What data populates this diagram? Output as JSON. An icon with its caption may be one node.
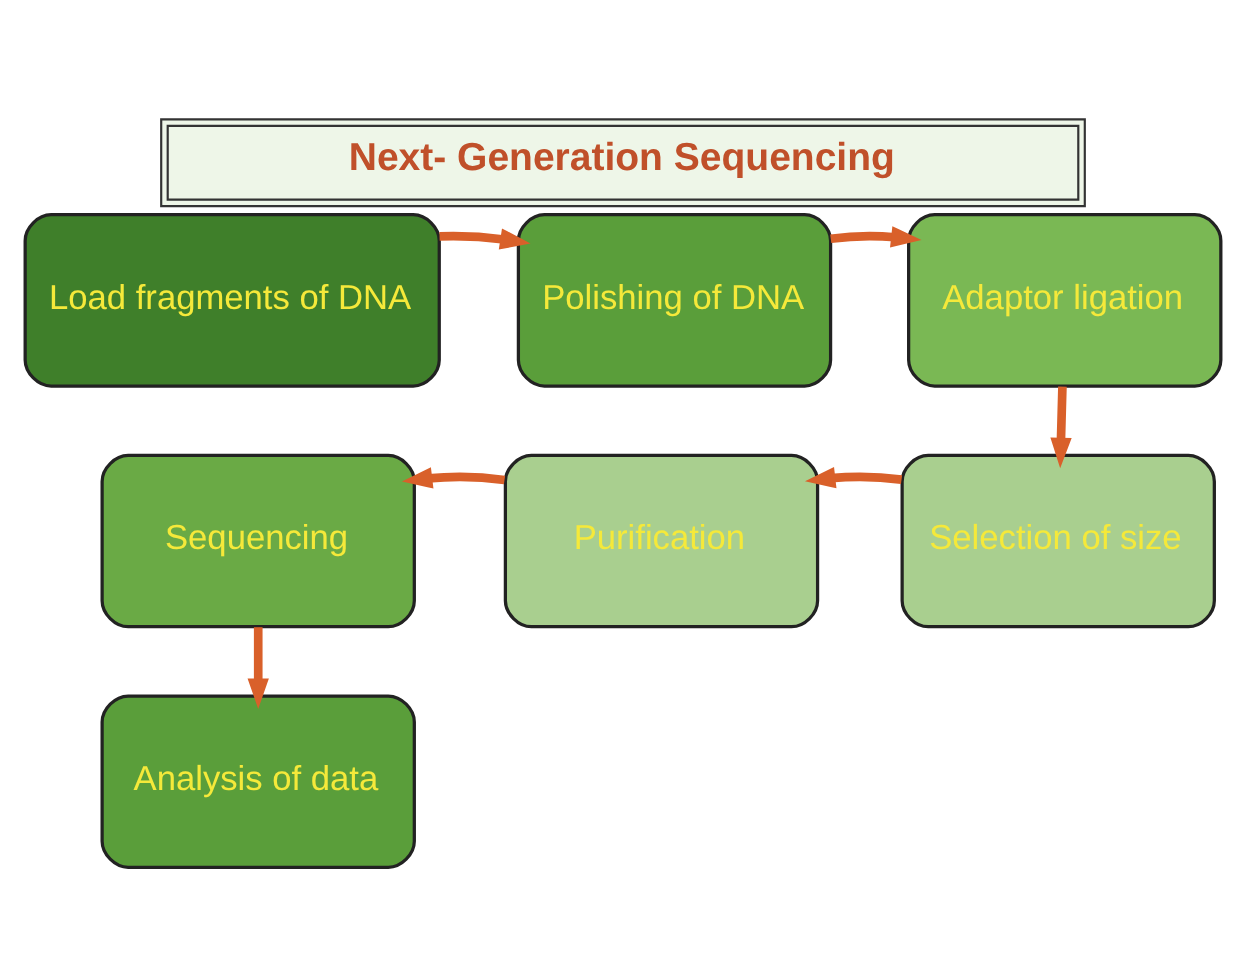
{
  "diagram": {
    "title": "Next- Generation Sequencing",
    "nodes": [
      {
        "text": [
          "Load fragments of DNA"
        ]
      },
      {
        "text": [
          "Polishing of DNA"
        ]
      },
      {
        "text": [
          "Adaptor ligation"
        ]
      },
      {
        "text": [
          "Selection of size"
        ]
      },
      {
        "text": [
          "Purification"
        ]
      },
      {
        "text": [
          "Sequencing"
        ]
      },
      {
        "text": [
          "Analysis of data"
        ]
      }
    ],
    "edges": [
      {
        "from": 0,
        "to": 1,
        "arrow": "to"
      },
      {
        "from": 1,
        "to": 2,
        "arrow": "to"
      },
      {
        "from": 2,
        "to": 3,
        "arrow": "to"
      },
      {
        "from": 3,
        "to": 4,
        "arrow": "to"
      },
      {
        "from": 4,
        "to": 5,
        "arrow": "to"
      },
      {
        "from": 5,
        "to": 6,
        "arrow": "to"
      }
    ]
  }
}
